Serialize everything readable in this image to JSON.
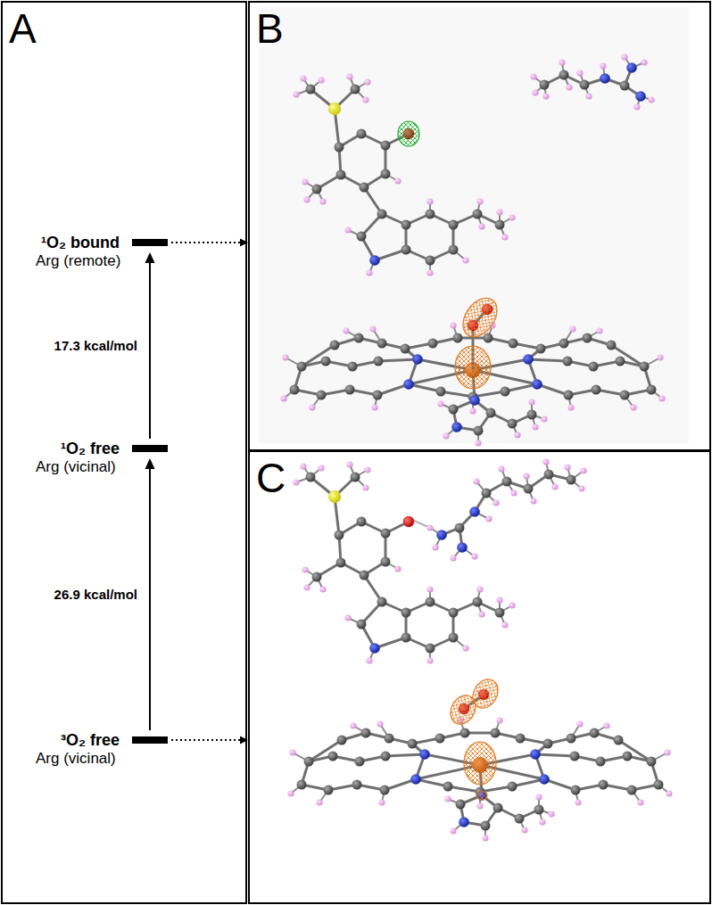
{
  "diagram": {
    "nodes": [
      {
        "text": [
          "A"
        ]
      },
      {
        "text": [
          "¹O₂ bound",
          "Arg (remote)"
        ],
        "in": 0
      },
      {
        "text": [
          "¹O₂ free",
          "Arg (vicinal)"
        ],
        "in": 0
      },
      {
        "text": [
          "³O₂ free",
          "Arg (vicinal)"
        ],
        "in": 0
      },
      {
        "text": [
          "B"
        ]
      },
      {
        "text": [
          "C"
        ]
      }
    ],
    "edges": [
      {
        "from": 3,
        "to": 2,
        "arrow": "to",
        "label": "26.9 kcal/mol"
      },
      {
        "from": 2,
        "to": 1,
        "arrow": "to",
        "label": "17.3 kcal/mol"
      },
      {
        "from": 1,
        "to": 4,
        "arrow": "to"
      },
      {
        "from": 3,
        "to": 5,
        "arrow": "to"
      }
    ]
  }
}
